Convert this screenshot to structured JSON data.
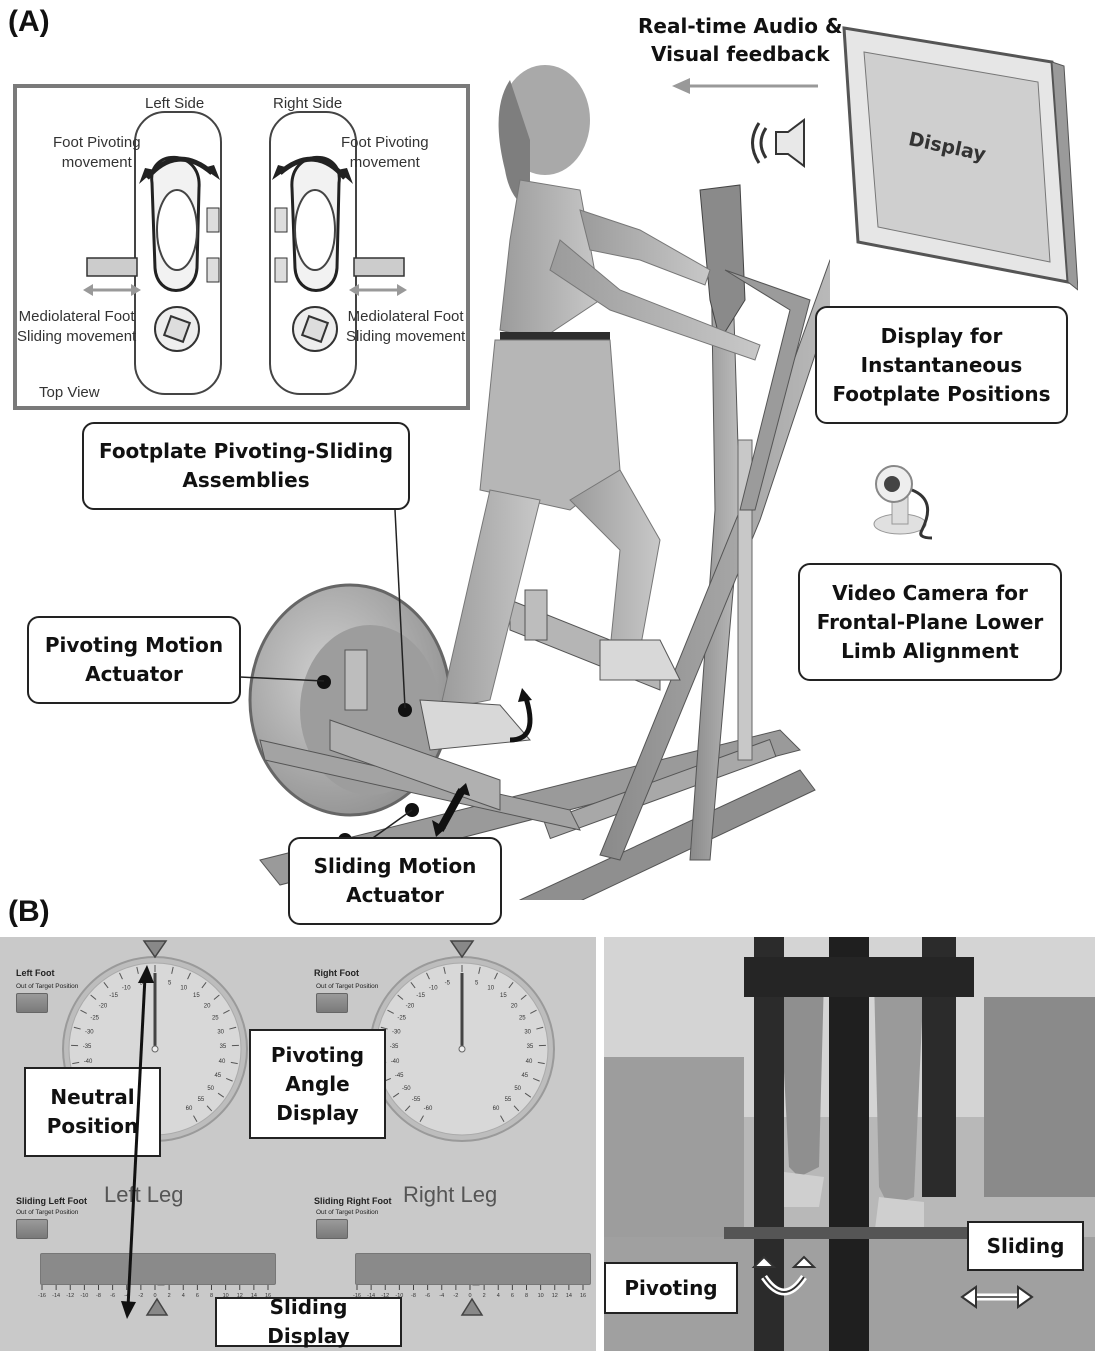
{
  "panels": {
    "a": "(A)",
    "b": "(B)"
  },
  "top_view": {
    "left_side": "Left Side",
    "right_side": "Right Side",
    "foot_pivoting_left": "Foot Pivoting\nmovement",
    "foot_pivoting_right": "Foot Pivoting\nmovement",
    "mediolateral_left": "Mediolateral Foot\nSliding movement",
    "mediolateral_right": "Mediolateral Foot\nSliding movement",
    "top_view_label": "Top View"
  },
  "feedback": {
    "label": "Real-time Audio &\nVisual feedback",
    "display_screen": "Display"
  },
  "callouts": {
    "display_positions": "Display for\nInstantaneous\nFootplate Positions",
    "video_camera": "Video Camera for\nFrontal-Plane Lower\nLimb Alignment",
    "footplate_assemblies": "Footplate Pivoting-Sliding\nAssemblies",
    "pivoting_actuator": "Pivoting Motion\nActuator",
    "sliding_actuator": "Sliding Motion\nActuator",
    "neutral_position": "Neutral\nPosition",
    "pivoting_angle_display": "Pivoting\nAngle\nDisplay",
    "sliding_display": "Sliding Display",
    "pivoting_photo": "Pivoting",
    "sliding_photo": "Sliding"
  },
  "ui": {
    "left_foot": "Left Foot",
    "right_foot": "Right Foot",
    "out_of_target": "Out of Target Position",
    "sliding_left_foot": "Sliding Left Foot",
    "sliding_right_foot": "Sliding Right Foot",
    "left_leg": "Left Leg",
    "right_leg": "Right Leg",
    "dial_ticks": [
      "-60",
      "-55",
      "-50",
      "-45",
      "-40",
      "-35",
      "-30",
      "-25",
      "-20",
      "-15",
      "-10",
      "-5",
      "0",
      "5",
      "10",
      "15",
      "20",
      "25",
      "30",
      "35",
      "40",
      "45",
      "50",
      "55",
      "60"
    ],
    "slider_ticks": [
      "-16",
      "-14",
      "-12",
      "-10",
      "-8",
      "-6",
      "-4",
      "-2",
      "0",
      "2",
      "4",
      "6",
      "8",
      "10",
      "12",
      "14",
      "16"
    ]
  },
  "colors": {
    "ui_bg": "#c9c9c9",
    "gauge_face": "#d8d8d8",
    "marker": "#888888"
  }
}
